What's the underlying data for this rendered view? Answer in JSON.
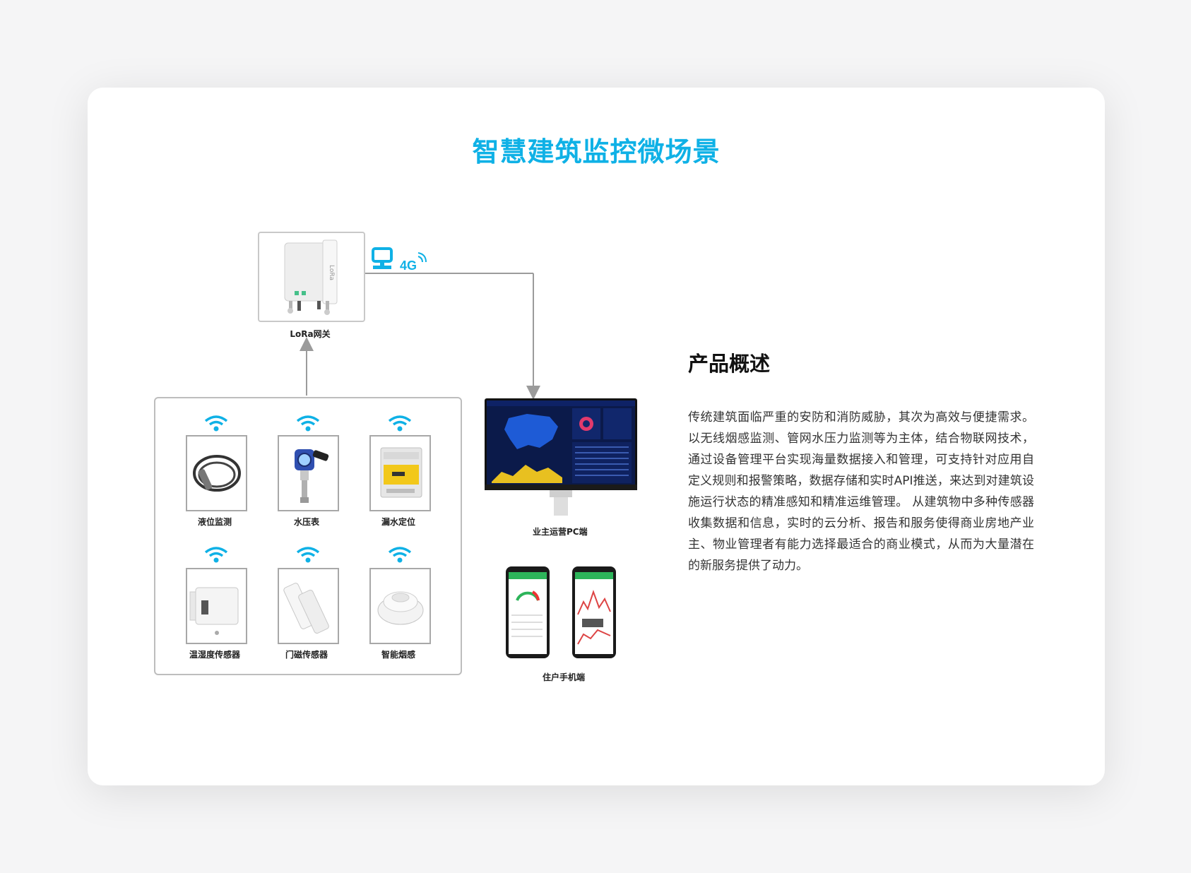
{
  "title": "智慧建筑监控微场景",
  "gateway": {
    "label": "LoRa网关",
    "device_text": "LoRa",
    "uplink": "4G"
  },
  "sensors": [
    {
      "label": "液位监测",
      "icon": "level-sensor"
    },
    {
      "label": "水压表",
      "icon": "pressure-gauge"
    },
    {
      "label": "漏水定位",
      "icon": "leak-locator"
    },
    {
      "label": "温湿度传感器",
      "icon": "temp-humidity-sensor"
    },
    {
      "label": "门磁传感器",
      "icon": "door-sensor"
    },
    {
      "label": "智能烟感",
      "icon": "smoke-detector"
    }
  ],
  "pc_client": {
    "label": "业主运营PC端"
  },
  "mobile_client": {
    "label": "住户手机端"
  },
  "overview": {
    "title": "产品概述",
    "body": "传统建筑面临严重的安防和消防威胁，其次为高效与便捷需求。以无线烟感监测、管网水压力监测等为主体，结合物联网技术，通过设备管理平台实现海量数据接入和管理，可支持针对应用自定义规则和报警策略，数据存储和实时API推送，来达到对建筑设施运行状态的精准感知和精准运维管理。 从建筑物中多种传感器收集数据和信息，实时的云分析、报告和服务使得商业房地产业主、物业管理者有能力选择最适合的商业模式，从而为大量潜在的新服务提供了动力。"
  },
  "colors": {
    "accent": "#0fb1e6",
    "connector": "#9b9b9b",
    "dashboard_bg": "#0b1a4a",
    "map_blue": "#1e5bd6",
    "chart_yellow": "#e8c020",
    "app_green": "#2db45a"
  }
}
